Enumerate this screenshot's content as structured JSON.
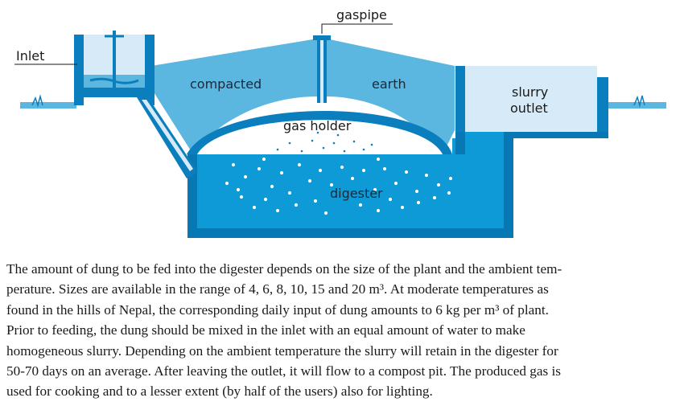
{
  "diagram": {
    "labels": {
      "gaspipe": "gaspipe",
      "inlet": "Inlet",
      "compacted": "compacted",
      "earth": "earth",
      "gas_holder": "gas holder",
      "digester": "digester",
      "slurry_line1": "slurry",
      "slurry_line2": "outlet"
    },
    "colors": {
      "water_blue": "#0d9ad6",
      "earth_blue": "#5bb6e0",
      "light_blue": "#d6ebf7",
      "outline_blue": "#0b7fbd",
      "wall_dark": "#0878b5"
    }
  },
  "caption": {
    "lines": [
      "The amount of dung to be fed into the digester depends on the size of the plant and the ambient tem-",
      "perature. Sizes are available in the range of 4, 6, 8, 10, 15 and 20 m³. At moderate temperatures as",
      "found in the hills of Nepal, the corresponding daily input of dung amounts to 6 kg per m³ of plant.",
      "Prior to feeding, the dung should be mixed in the inlet with an equal amount of water to make",
      "homogeneous slurry. Depending on the ambient temperature the slurry will retain in the digester for",
      "50-70 days on an average. After leaving the outlet, it will flow to a compost pit. The produced gas is",
      "used for cooking and to a lesser extent (by half of the users) also for lighting."
    ]
  }
}
